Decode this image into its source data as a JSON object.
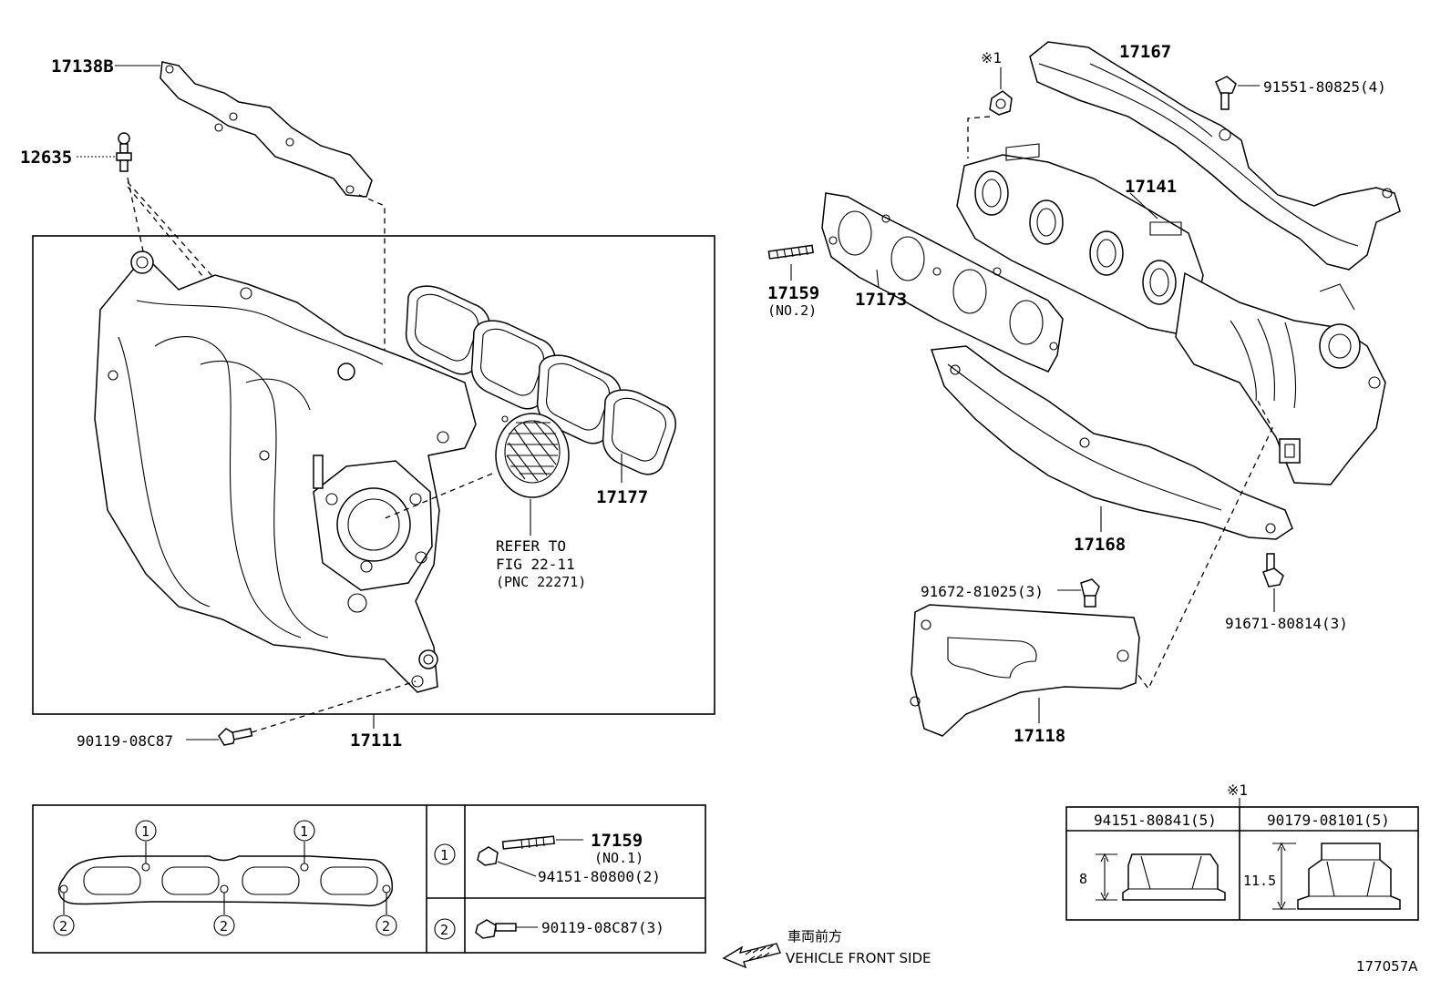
{
  "diagram_id": "177057A",
  "parts": {
    "p17138B": "17138B",
    "p12635": "12635",
    "p17111": "17111",
    "p17177": "17177",
    "p90119_08C87": "90119-08C87",
    "p17167": "17167",
    "p91551": "91551-80825(4)",
    "p17141": "17141",
    "p17159_no2": "17159",
    "no2": "(NO.2)",
    "p17173": "17173",
    "p17168": "17168",
    "p91672": "91672-81025(3)",
    "p91671": "91671-80814(3)",
    "p17118": "17118",
    "note1": "※1",
    "note1b": "※1"
  },
  "refer": {
    "line1": "REFER TO",
    "line2": "FIG 22-11",
    "line3": "(PNC 22271)"
  },
  "legend": {
    "circle1": "1",
    "circle2": "2",
    "row1_part": "17159",
    "row1_sub": "(NO.1)",
    "row1_nut": "94151-80800(2)",
    "row2_bolt": "90119-08C87(3)"
  },
  "nut_table": {
    "col1_header": "94151-80841(5)",
    "col2_header": "90179-08101(5)",
    "col1_dim": "8",
    "col2_dim": "11.5"
  },
  "direction": {
    "jp": "車両前方",
    "en": "VEHICLE FRONT SIDE"
  }
}
